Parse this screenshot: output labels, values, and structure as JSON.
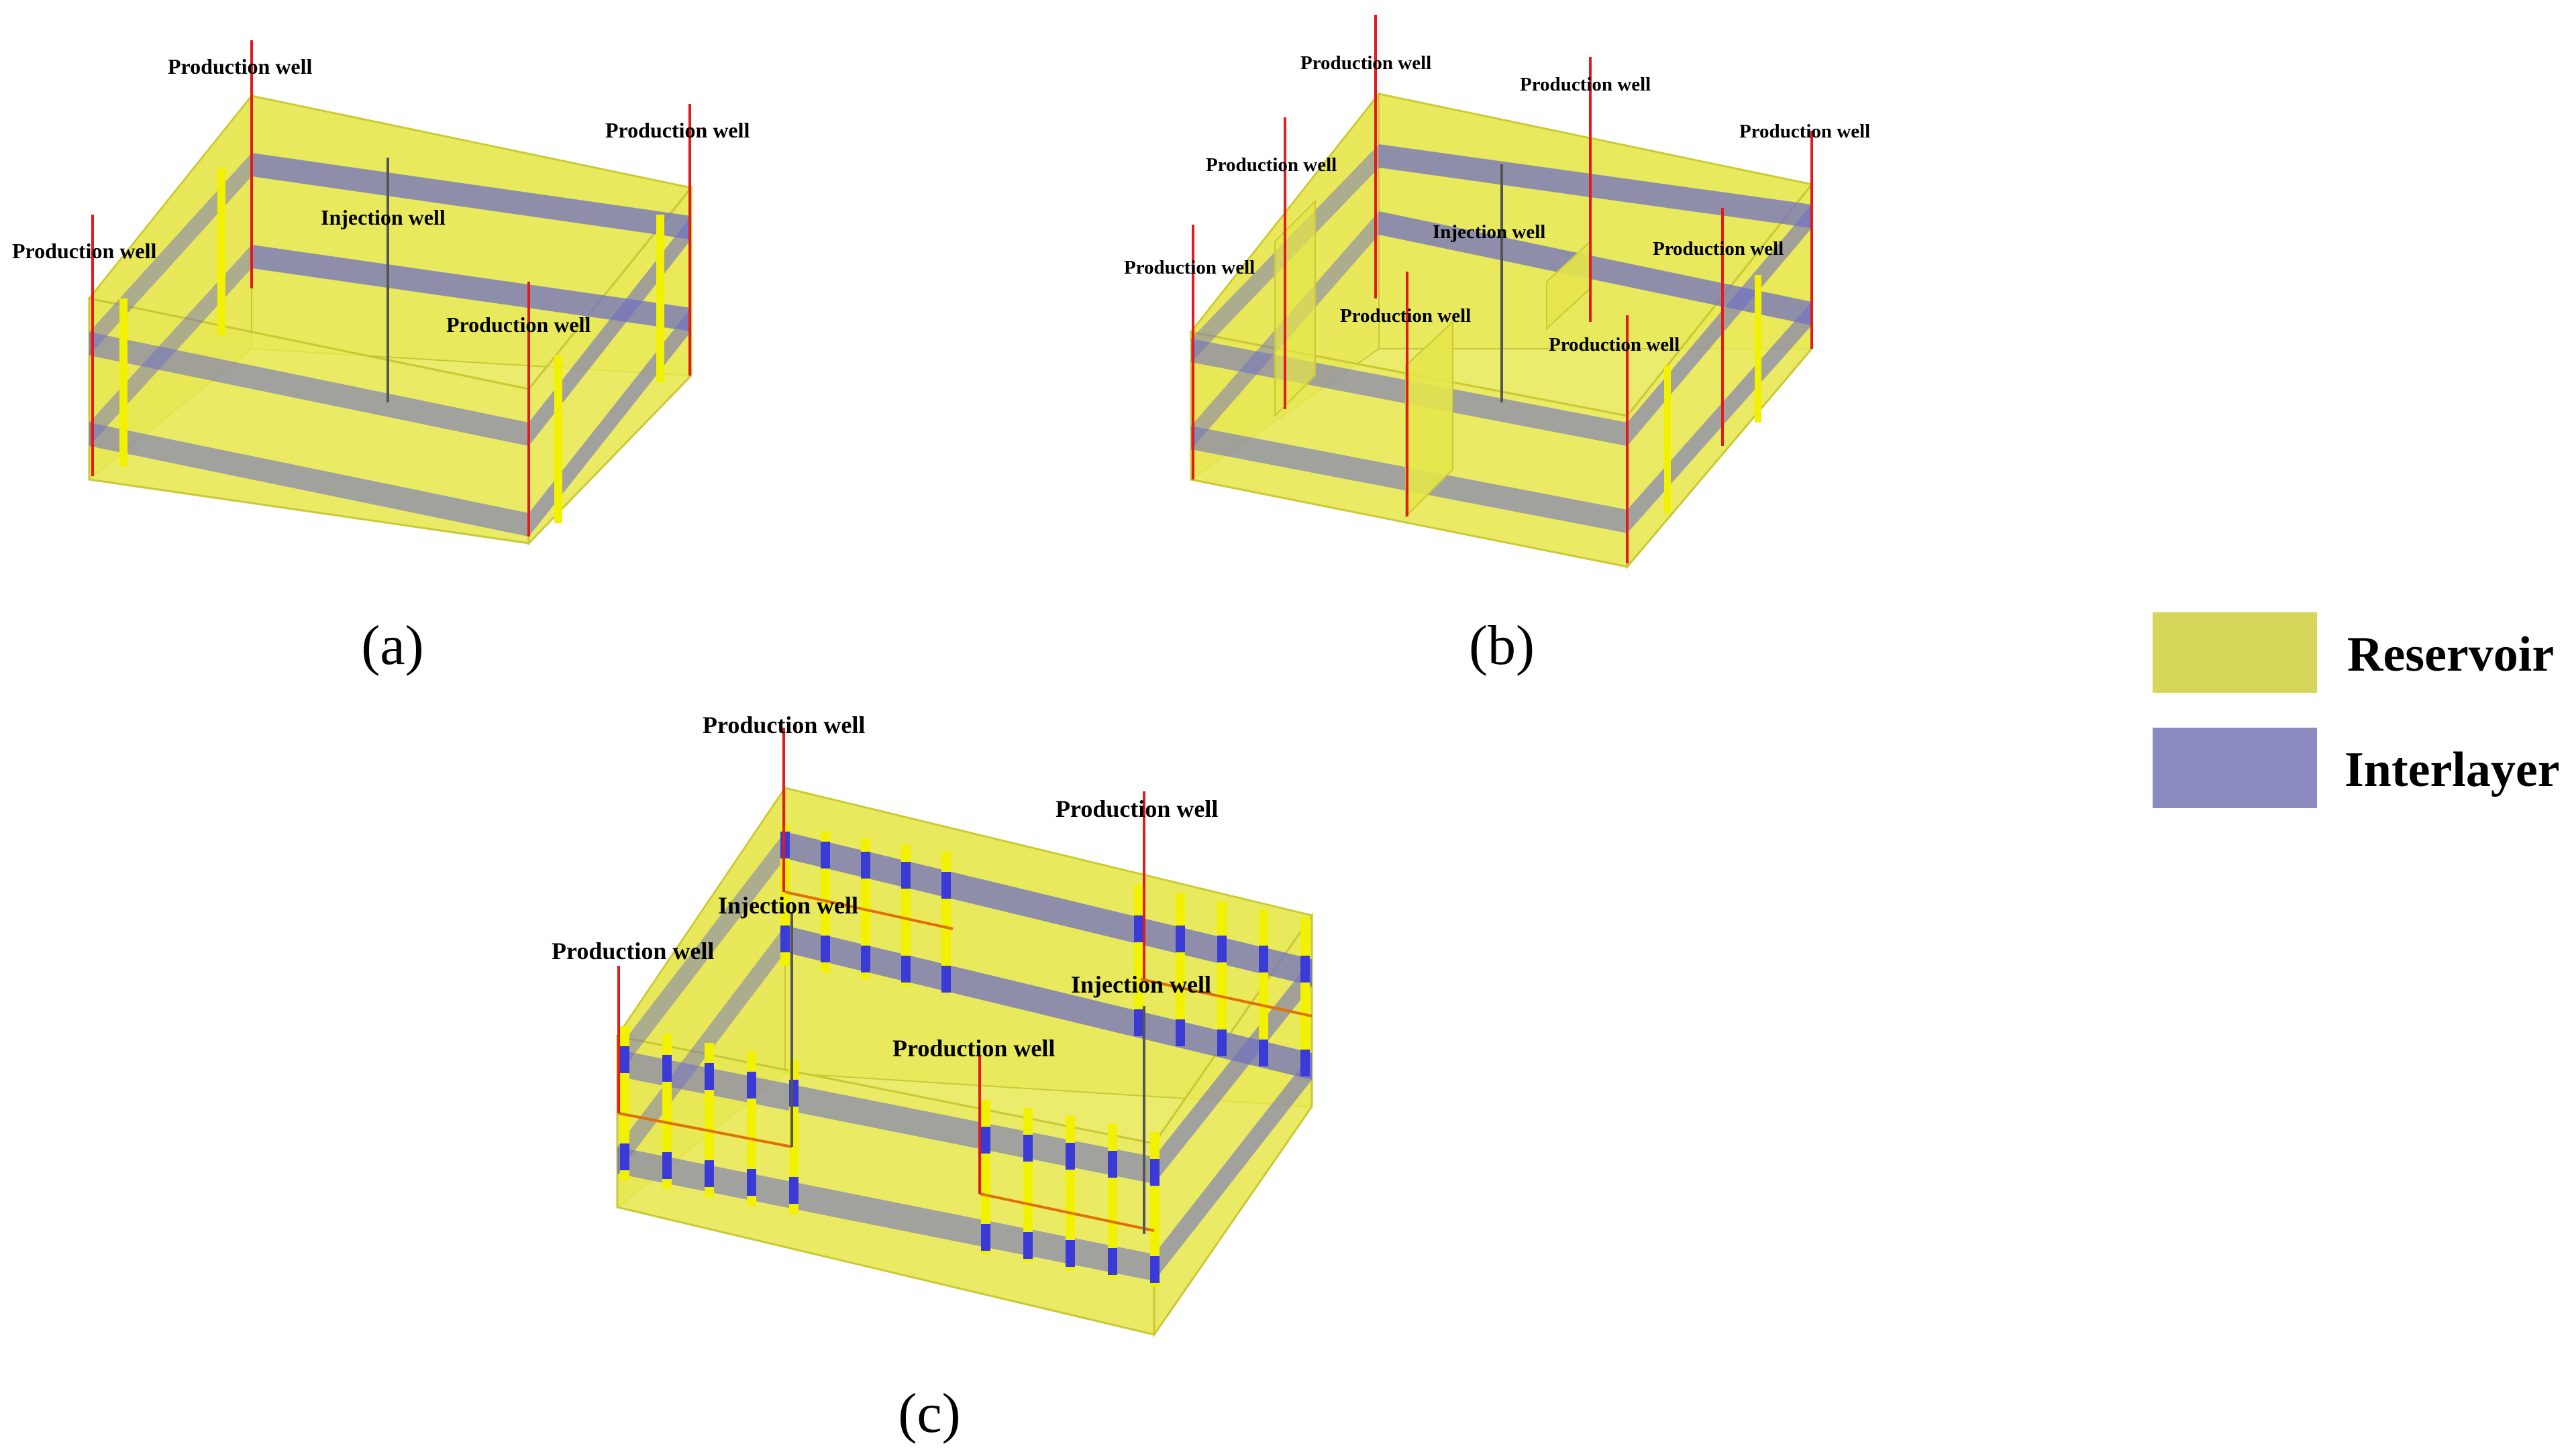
{
  "labels": {
    "production_well": "Production well",
    "injection_well": "Injection well"
  },
  "panels": {
    "a": {
      "label": "(a)",
      "letter": "a"
    },
    "b": {
      "label": "(b)",
      "letter": "b"
    },
    "c": {
      "label": "(c)",
      "letter": "c"
    }
  },
  "legend": {
    "reservoir": {
      "label": "Reservoir",
      "color": "#d6d65a"
    },
    "interlayer": {
      "label": "Interlayer",
      "color": "#8a8abf"
    }
  },
  "colors": {
    "reservoir_fill": "#e6e64a",
    "reservoir_edge": "#c9c935",
    "interlayer_fill": "#6f6fc4",
    "production_well": "#e31a1c",
    "injection_well": "#555555",
    "fracture_yellow": "#f2f200",
    "fracture_blue": "#3a3ad6",
    "horizontal_well": "#e07000"
  }
}
